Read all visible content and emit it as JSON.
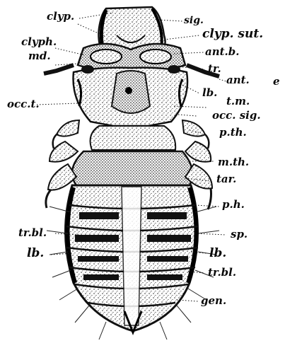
{
  "figure": {
    "labels": [
      {
        "key": "clyp",
        "text": "clyp."
      },
      {
        "key": "clyph",
        "text": "clyph."
      },
      {
        "key": "md",
        "text": "md."
      },
      {
        "key": "occt",
        "text": "occ.t."
      },
      {
        "key": "sig",
        "text": "sig."
      },
      {
        "key": "clypsut",
        "text": "clyp. sut."
      },
      {
        "key": "antb",
        "text": "ant.b."
      },
      {
        "key": "tr",
        "text": "tr."
      },
      {
        "key": "ante",
        "text": "ant."
      },
      {
        "key": "e",
        "text": "e"
      },
      {
        "key": "lbtop",
        "text": "lb."
      },
      {
        "key": "tm",
        "text": "t.m."
      },
      {
        "key": "occsig",
        "text": "occ. sig."
      },
      {
        "key": "pth",
        "text": "p.th."
      },
      {
        "key": "mth",
        "text": "m.th."
      },
      {
        "key": "tar",
        "text": "tar."
      },
      {
        "key": "ph",
        "text": "p.h."
      },
      {
        "key": "trblL",
        "text": "tr.bl."
      },
      {
        "key": "lbL",
        "text": "lb."
      },
      {
        "key": "sp",
        "text": "sp."
      },
      {
        "key": "lbR",
        "text": "lb."
      },
      {
        "key": "trblR",
        "text": "tr.bl."
      },
      {
        "key": "gen",
        "text": "gen."
      }
    ]
  }
}
